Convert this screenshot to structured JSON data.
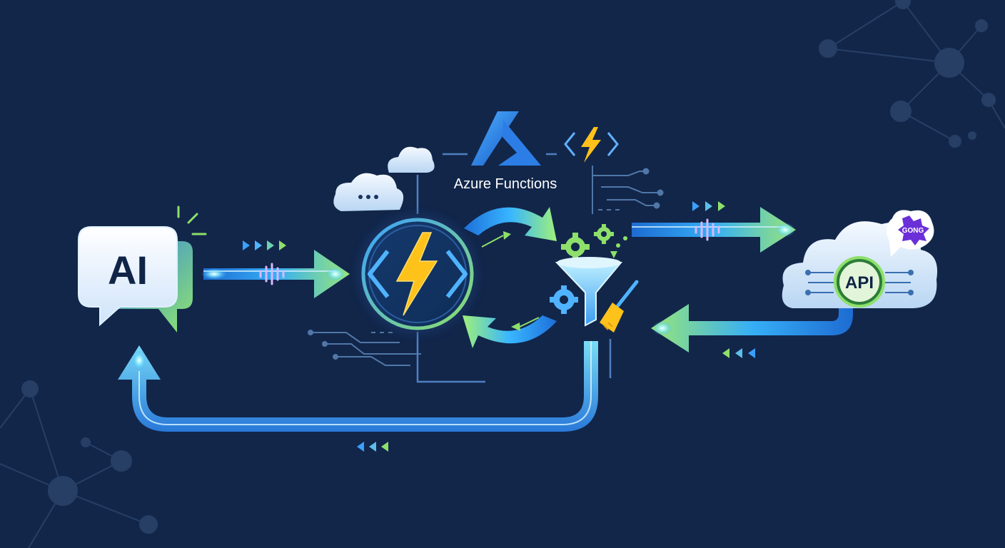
{
  "diagram": {
    "title": "Azure Functions",
    "nodes": {
      "ai_chat": {
        "label": "AI",
        "icon": "chat-bubble-icon"
      },
      "azure_function": {
        "icon": "lightning-code-icon"
      },
      "azure_logo": {
        "icon": "azure-logo-icon"
      },
      "function_badge": {
        "icon": "code-bolt-icon"
      },
      "cloud_small": {
        "icon": "cloud-icon"
      },
      "cloud_dots": {
        "icon": "cloud-chat-icon"
      },
      "data_filter": {
        "icon": "funnel-gears-brush-icon"
      },
      "api_cloud": {
        "label": "API",
        "icon": "cloud-api-icon"
      },
      "gong_badge": {
        "label": "GONG",
        "icon": "speech-badge-icon"
      }
    },
    "flows": [
      {
        "from": "ai_chat",
        "to": "azure_function",
        "direction": "forward"
      },
      {
        "from": "azure_function",
        "to": "data_filter",
        "direction": "cycle"
      },
      {
        "from": "data_filter",
        "to": "api_cloud",
        "direction": "forward"
      },
      {
        "from": "api_cloud",
        "to": "data_filter",
        "direction": "return"
      },
      {
        "from": "data_filter",
        "to": "ai_chat",
        "direction": "return"
      }
    ]
  },
  "colors": {
    "background": "#12264a",
    "accent_blue": "#3aa0ff",
    "accent_cyan": "#7fe6ff",
    "accent_green": "#8ee06a",
    "bolt_yellow": "#ffc21a",
    "gong_purple": "#6b2fd8"
  }
}
